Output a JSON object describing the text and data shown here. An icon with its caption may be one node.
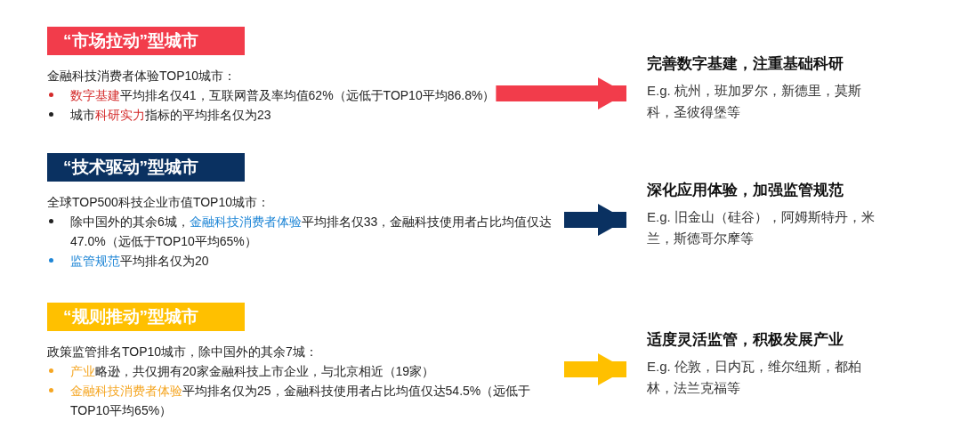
{
  "diagram": {
    "nodes": [
      {
        "text": [
          "“市场拉动”型城市"
        ]
      },
      {
        "text": [
          "金融科技消费者体验TOP10城市：",
          "**数字基建**平均排名仅41，互联网普及率均值62%（远低于TOP10平均86.8%）",
          "城市**科研实力**指标的平均排名仅为23"
        ]
      },
      {
        "text": [
          "完善数字基建，注重基础科研",
          "E.g. 杭州，班加罗尔，新德里，莫斯科，圣彼得堡等"
        ]
      },
      {
        "text": [
          "“技术驱动”型城市"
        ]
      },
      {
        "text": [
          "全球TOP500科技企业市值TOP10城市：",
          "除中国外的其余6城，**金融科技消费者体验**平均排名仅33，金融科技使用者占比均值仅达47.0%（远低于TOP10平均65%）",
          "**监管规范**平均排名仅为20"
        ]
      },
      {
        "text": [
          "深化应用体验，加强监管规范",
          "E.g. 旧金山（硅谷），阿姆斯特丹，米兰，斯德哥尔摩等"
        ]
      },
      {
        "text": [
          "“规则推动”型城市"
        ]
      },
      {
        "text": [
          "政策监管排名TOP10城市，除中国外的其余7城：",
          "**产业**略逊，共仅拥有20家金融科技上市企业，与北京相近（19家）",
          "**金融科技消费者体验**平均排名仅为25，金融科技使用者占比均值仅达54.5%（远低于TOP10平均65%）"
        ]
      },
      {
        "text": [
          "适度灵活监管，积极发展产业",
          "E.g. 伦敦，日内瓦，维尔纽斯，都柏林，法兰克福等"
        ]
      }
    ],
    "edges": [
      {
        "from": 1,
        "to": 2,
        "arrow": "to",
        "color": "#f23c4b"
      },
      {
        "from": 4,
        "to": 5,
        "arrow": "to",
        "color": "#0a3161"
      },
      {
        "from": 7,
        "to": 8,
        "arrow": "to",
        "color": "#ffc000"
      }
    ]
  }
}
